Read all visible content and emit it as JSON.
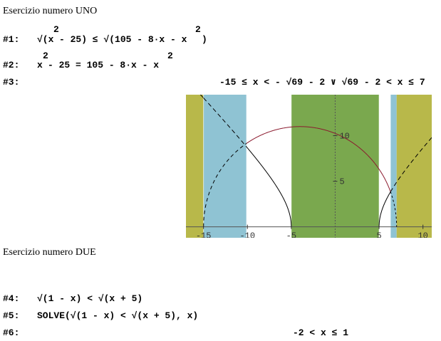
{
  "headings": {
    "uno": "Esercizio numero UNO",
    "due": "Esercizio numero DUE"
  },
  "rows": {
    "r1": {
      "label": "#1:",
      "pre": "√(x",
      "exp": "2",
      "mid": " - 25) ≤ √(105 - 8·x - x",
      "exp2": "2",
      "post": ")"
    },
    "r2": {
      "label": "#2:",
      "pre": "x",
      "exp": "2",
      "mid": " - 25 = 105 - 8·x - x",
      "exp2": "2"
    },
    "r3": {
      "label": "#3:",
      "result": "-15 ≤ x < - √69 - 2 ∨ √69 - 2 < x ≤ 7"
    },
    "r4": {
      "label": "#4:",
      "expr": "√(1 - x) < √(x + 5)"
    },
    "r5": {
      "label": "#5:",
      "expr": "SOLVE(√(1 - x) < √(x + 5), x)"
    },
    "r6": {
      "label": "#6:",
      "result": "-2 < x ≤ 1"
    }
  },
  "colors": {
    "olive": "#b8b84a",
    "blue": "#8fc3d3",
    "green": "#7aa84e",
    "curve_red": "#8b1a2e",
    "curve_black": "#000000"
  },
  "chart_data": {
    "type": "line",
    "xlim": [
      -17,
      11
    ],
    "ylim": [
      -1.2,
      14.5
    ],
    "x_ticks": [
      -15,
      -10,
      -5,
      5,
      10
    ],
    "y_ticks": [
      5,
      10
    ],
    "bands": [
      {
        "from": -17,
        "to": -15,
        "color": "olive"
      },
      {
        "from": -15,
        "to": -10.1,
        "color": "blue"
      },
      {
        "from": -5,
        "to": 5,
        "color": "green"
      },
      {
        "from": 6.3,
        "to": 7,
        "color": "blue"
      },
      {
        "from": 7,
        "to": 11,
        "color": "olive"
      }
    ],
    "series": [
      {
        "values": "sqrt(x^2 - 25)",
        "domain": [
          [
            -15,
            -5
          ],
          [
            5,
            11
          ]
        ]
      },
      {
        "values": "sqrt(105 - 8x - x^2)",
        "domain": [
          [
            -15,
            7
          ]
        ]
      }
    ]
  }
}
